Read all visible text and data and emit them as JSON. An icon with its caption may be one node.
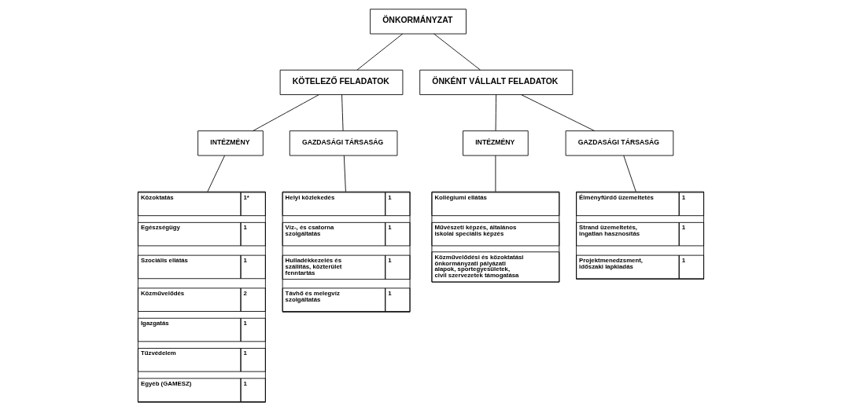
{
  "diagram": {
    "nodes": [
      {
        "text": [
          "ÖNKORMÁNYZAT"
        ]
      },
      {
        "text": [
          "KÖTELEZŐ FELADATOK"
        ]
      },
      {
        "text": [
          "INTÉZMÉNY"
        ]
      },
      {
        "text": [
          "GAZDASÁGI TÁRSASÁG"
        ]
      },
      {
        "text": [],
        "shape": "box"
      },
      {
        "text": [
          "Közoktatás",
          "1*"
        ],
        "in": 4
      },
      {
        "text": [
          "Egészségügy",
          "1"
        ],
        "in": 4
      },
      {
        "text": [
          "Szociális ellátás",
          "1"
        ],
        "in": 4
      },
      {
        "text": [
          "Közművelődés",
          "2"
        ],
        "in": 4
      },
      {
        "text": [
          "Igazgatás",
          "1"
        ],
        "in": 4
      },
      {
        "text": [
          "Tűzvédelem",
          "1"
        ],
        "in": 4
      },
      {
        "text": [
          "Egyéb (GAMESZ)",
          "1"
        ],
        "in": 4
      },
      {
        "text": [],
        "shape": "box"
      },
      {
        "text": [
          "Helyi közlekedés",
          "1"
        ],
        "in": 12
      },
      {
        "text": [
          "Víz-, és csatorna szolgáltatás",
          "1"
        ],
        "in": 12
      },
      {
        "text": [
          "Hulladékkezelés és szállítás, közterület fenntartás",
          "1"
        ],
        "in": 12
      },
      {
        "text": [
          "Távhő és melegvíz szolgáltatás",
          "1"
        ],
        "in": 12
      },
      {
        "text": [
          "ÖNKÉNT VÁLLALT FELADATOK"
        ]
      },
      {
        "text": [
          "INTÉZMÉNY"
        ]
      },
      {
        "text": [
          "GAZDASÁGI TÁRSASÁG"
        ]
      },
      {
        "text": [],
        "shape": "box"
      },
      {
        "text": [
          "Kollégiumi ellátás"
        ],
        "in": 20
      },
      {
        "text": [
          "Művészeti képzés, általános iskolai speciális képzés"
        ],
        "in": 20
      },
      {
        "text": [
          "Közművelődési és közoktatási önkormányzati pályázati alapok, sportegyesületek, civil szervezetek támogatása"
        ],
        "in": 20
      },
      {
        "text": [],
        "shape": "box"
      },
      {
        "text": [
          "Élményfürdő üzemeltetés",
          "1"
        ],
        "in": 24
      },
      {
        "text": [
          "Strand üzemeltetés, ingatlan hasznosítás",
          "1"
        ],
        "in": 24
      },
      {
        "text": [
          "Projektmenedzsment, időszaki lapkiadás",
          "1"
        ],
        "in": 24
      }
    ],
    "edges": [
      {
        "from": 0,
        "to": 1,
        "arrow": "none"
      },
      {
        "from": 0,
        "to": 17,
        "arrow": "none"
      },
      {
        "from": 1,
        "to": 2,
        "arrow": "none"
      },
      {
        "from": 1,
        "to": 3,
        "arrow": "none"
      },
      {
        "from": 2,
        "to": 4,
        "arrow": "none"
      },
      {
        "from": 3,
        "to": 12,
        "arrow": "none"
      },
      {
        "from": 17,
        "to": 18,
        "arrow": "none"
      },
      {
        "from": 17,
        "to": 19,
        "arrow": "none"
      },
      {
        "from": 18,
        "to": 20,
        "arrow": "none"
      },
      {
        "from": 19,
        "to": 24,
        "arrow": "none"
      }
    ]
  }
}
